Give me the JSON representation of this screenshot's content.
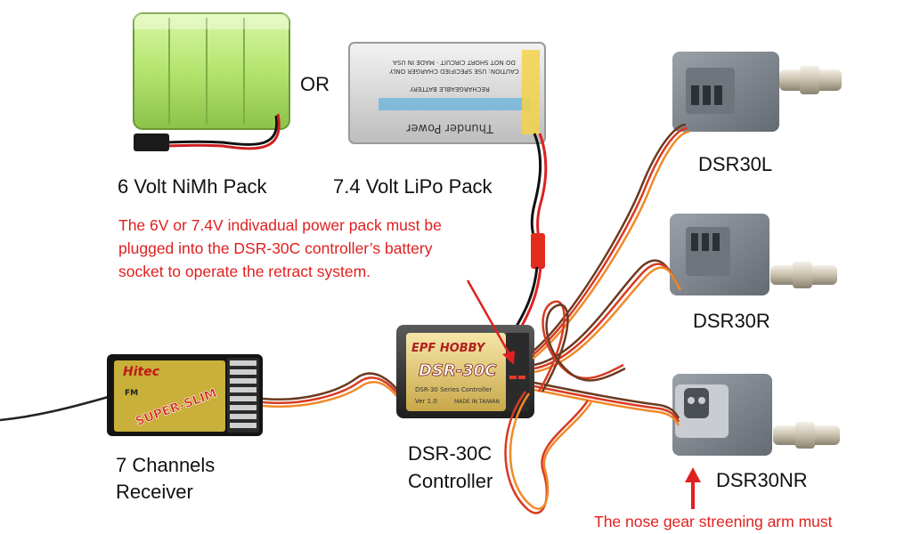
{
  "labels": {
    "or": "OR",
    "nimh": "6 Volt NiMh Pack",
    "lipo": "7.4 Volt LiPo Pack",
    "dsr30l": "DSR30L",
    "dsr30r": "DSR30R",
    "dsr30nr": "DSR30NR",
    "receiver_line1": "7 Channels",
    "receiver_line2": "Receiver",
    "controller_line1": "DSR-30C",
    "controller_line2": "Controller"
  },
  "note": {
    "line1": "The 6V or 7.4V indivadual power pack must be",
    "line2": "plugged into the DSR-30C controller’s battery",
    "line3": "socket to operate the retract system."
  },
  "bottom_note": "The nose gear streening arm must",
  "device_text": {
    "receiver_brand": "Hitec",
    "receiver_model": "SUPER-SLIM",
    "receiver_fm": "FM",
    "controller_brand": "EPF HOBBY",
    "controller_model": "DSR-30C",
    "controller_series": "DSR-30 Series Controller",
    "controller_ver": "Ver 1.0",
    "controller_made": "MADE IN TAIWAN",
    "lipo_brand": "Thunder Power",
    "lipo_recycle": "RECHARGEABLE BATTERY"
  },
  "colors": {
    "note_red": "#e02020",
    "nimh_green": "#b8e878",
    "servo_gray": "#7f868d",
    "wire_red": "#d83a22",
    "wire_orange": "#f08a2a",
    "wire_brown": "#6b3a20"
  }
}
